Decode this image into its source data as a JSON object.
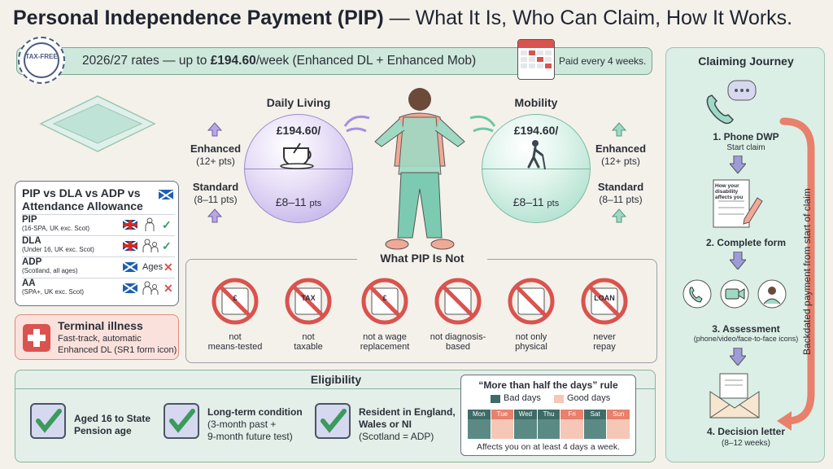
{
  "title": {
    "bold": "Personal Independence Payment (PIP)",
    "rest": " — What It Is, Who Can Claim, How It Works."
  },
  "seal": {
    "text": "TAX-FREE"
  },
  "rates": {
    "prefix": "2026/27 rates — up to ",
    "amount": "£194.60",
    "suffix": "/week (Enhanced DL + Enhanced Mob)",
    "paid": "Paid every 4 weeks."
  },
  "daily_living": {
    "title": "Daily Living",
    "top_value": "£194.60/",
    "bottom_value": "£8–11",
    "bottom_unit": "pts"
  },
  "mobility": {
    "title": "Mobility",
    "top_value": "£194.60/",
    "bottom_value": "£8–11",
    "bottom_unit": "pts"
  },
  "enhanced": {
    "label": "Enhanced",
    "sub": "(12+ pts)"
  },
  "standard": {
    "label": "Standard",
    "sub": "(8–11 pts)"
  },
  "comparison": {
    "title": "PIP vs DLA vs ADP vs Attendance Allowance",
    "rows": [
      {
        "name": "PIP",
        "sub": "(16-SPA, UK exc. Scot)",
        "status": "✓",
        "ok": true
      },
      {
        "name": "DLA",
        "sub": "(Under 16, UK exc. Scot)",
        "status": "✓",
        "ok": true
      },
      {
        "name": "ADP",
        "sub": "(Scotland, all ages)",
        "note": "Ages",
        "status": "✕",
        "ok": false
      },
      {
        "name": "AA",
        "sub": "(SPA+, UK exc. Scot)",
        "status": "✕",
        "ok": false
      }
    ]
  },
  "terminal": {
    "title": "Terminal illness",
    "line1": "Fast-track, automatic",
    "line2": "Enhanced DL (SR1 form icon)"
  },
  "not_pip": {
    "title": "What PIP Is Not",
    "items": [
      {
        "line1": "not",
        "line2": "means-tested",
        "icon_text": "£"
      },
      {
        "line1": "not",
        "line2": "taxable",
        "icon_text": "TAX"
      },
      {
        "line1": "not a wage",
        "line2": "replacement",
        "icon_text": "£"
      },
      {
        "line1": "not diagnosis-",
        "line2": "based",
        "icon_text": ""
      },
      {
        "line1": "not only",
        "line2": "physical",
        "icon_text": ""
      },
      {
        "line1": "never",
        "line2": "repay",
        "icon_text": "LOAN"
      }
    ]
  },
  "eligibility": {
    "title": "Eligibility",
    "items": [
      {
        "line1": "Aged 16 to State",
        "line2": "Pension age",
        "line3": ""
      },
      {
        "line1": "Long-term condition",
        "line2": "(3-month past +",
        "line3": "9-month future test)"
      },
      {
        "line1": "Resident in England,",
        "line2": "Wales or NI",
        "line3": "(Scotland = ADP)"
      }
    ]
  },
  "rule": {
    "title": "“More than half the days” rule",
    "bad": "Bad days",
    "good": "Good days",
    "days": [
      "Mon",
      "Tue",
      "Wed",
      "Thu",
      "Fri",
      "Sat",
      "Sun"
    ],
    "bad_days": [
      true,
      false,
      true,
      true,
      false,
      true,
      false
    ],
    "footer": "Affects you on at least 4 days a week."
  },
  "journey": {
    "title": "Claiming Journey",
    "form_text": "How your disability affects you",
    "steps": [
      {
        "label": "1. Phone DWP",
        "sub": "Start claim"
      },
      {
        "label": "2. Complete form",
        "sub": ""
      },
      {
        "label": "3. Assessment",
        "sub": "(phone/video/face-to-face icons)"
      },
      {
        "label": "4. Decision letter",
        "sub": "(8–12 weeks)"
      }
    ],
    "backdate": "Backdated payment from start of claim"
  },
  "colors": {
    "accent_green": "#3a9b5c",
    "accent_red": "#d9534f",
    "purple": "#b9a6e6",
    "teal": "#9fd9c4"
  }
}
